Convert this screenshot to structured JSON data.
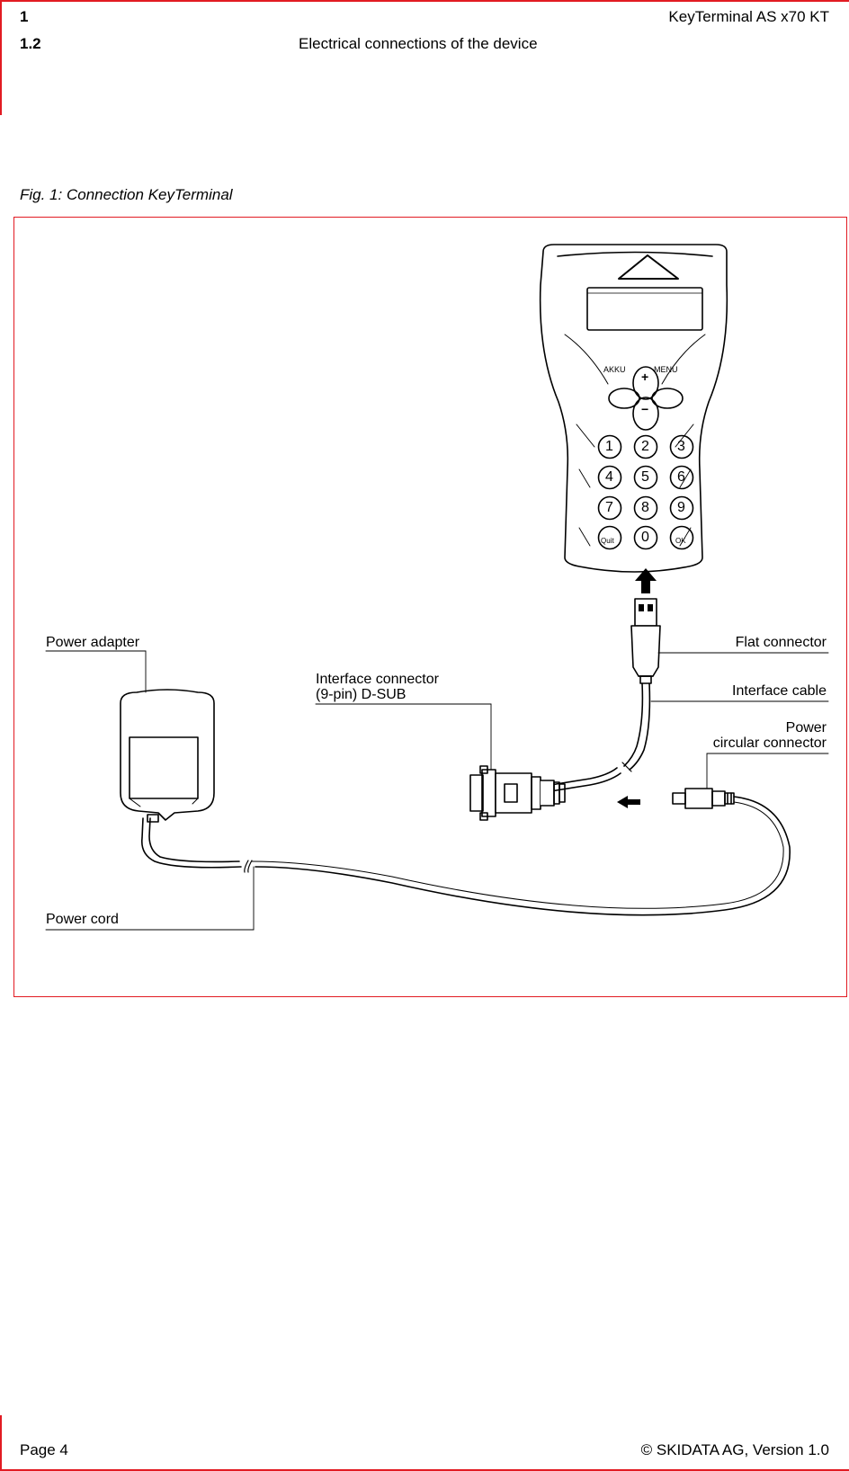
{
  "header": {
    "chapter_number": "1",
    "document_title": "KeyTerminal AS x70 KT",
    "section_number": "1.2",
    "section_title": "Electrical connections of the device"
  },
  "figure": {
    "caption": "Fig. 1: Connection KeyTerminal",
    "labels": {
      "power_adapter": "Power adapter",
      "interface_connector_line1": "Interface connector",
      "interface_connector_line2": "(9-pin) D-SUB",
      "flat_connector": "Flat connector",
      "interface_cable": "Interface cable",
      "power_connector_line1": "Power",
      "power_connector_line2": "circular connector",
      "power_cord": "Power cord"
    },
    "keypad": {
      "nav_keys": [
        "AKKU",
        "MENU"
      ],
      "plus": "+",
      "minus": "−",
      "keys": [
        "1",
        "2",
        "3",
        "4",
        "5",
        "6",
        "7",
        "8",
        "9",
        "Quit",
        "0",
        "OK"
      ]
    }
  },
  "footer": {
    "page": "Page 4",
    "copyright": "© SKIDATA AG, Version 1.0"
  },
  "colors": {
    "accent_red": "#e21b23",
    "line": "#000000"
  }
}
